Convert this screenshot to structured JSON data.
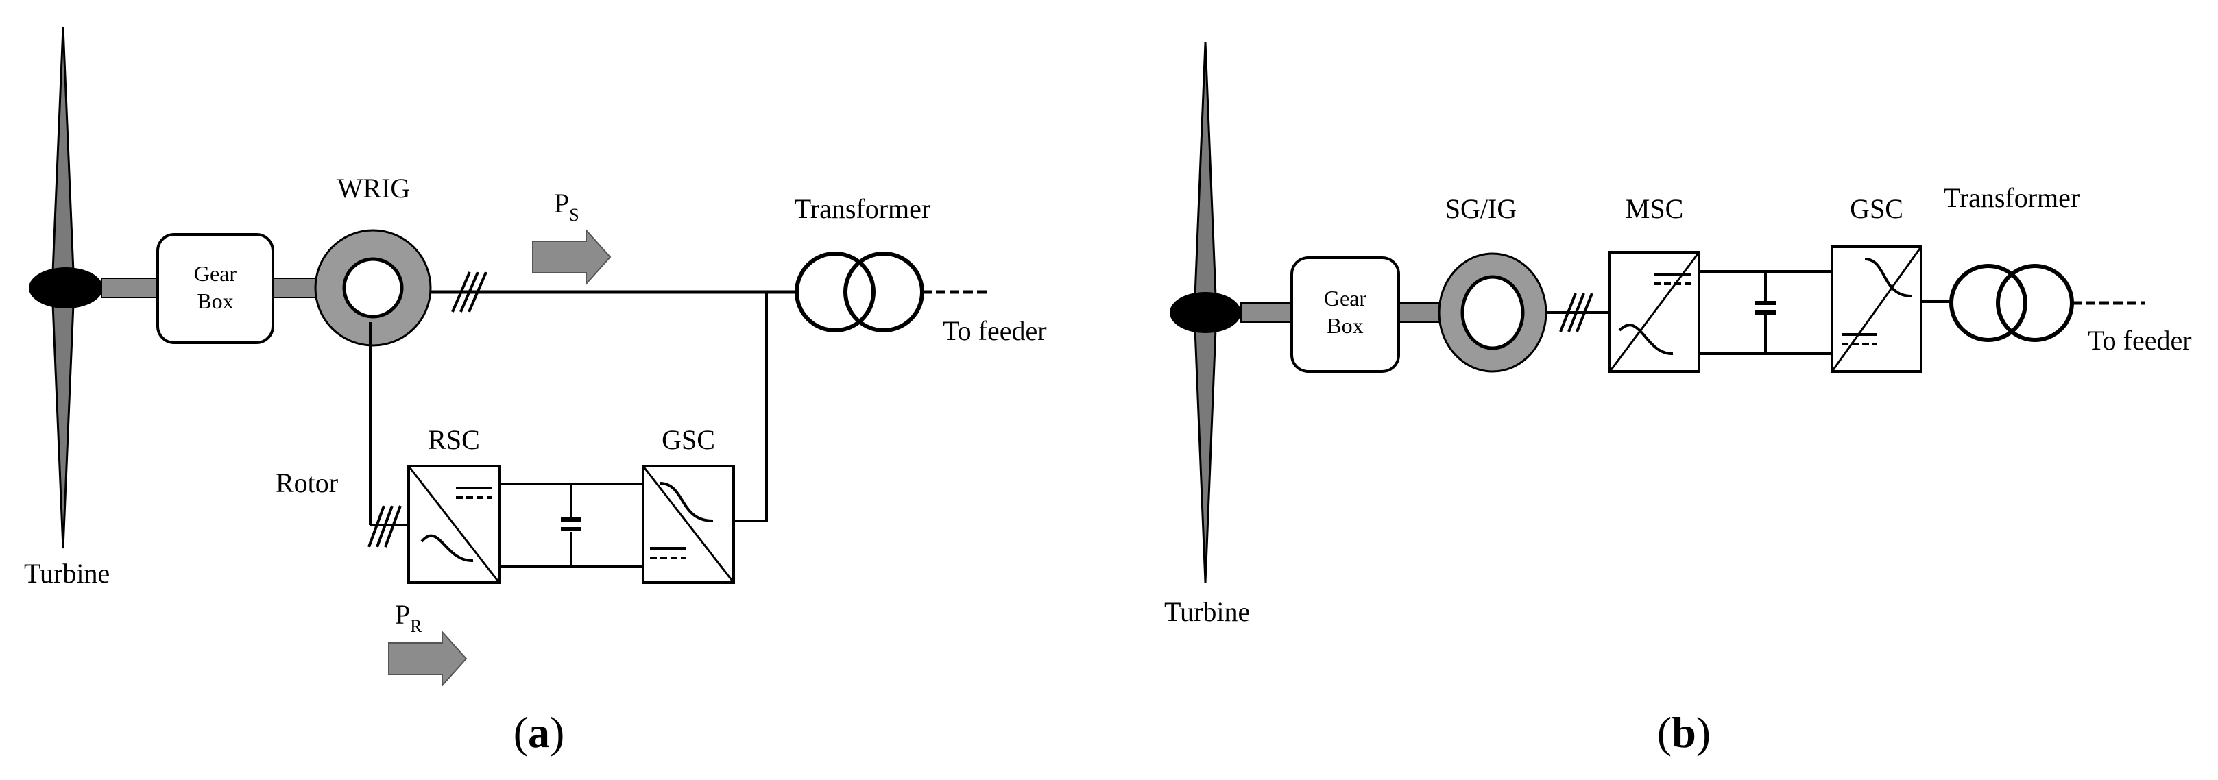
{
  "colors": {
    "line": "#000000",
    "blade": "#7a7a7a",
    "generator_ring": "#9a9a9a",
    "arrow_fill": "#8c8c8c",
    "hub": "#000000"
  },
  "panel_a": {
    "turbine_label": "Turbine",
    "gearbox_line1": "Gear",
    "gearbox_line2": "Box",
    "generator_label": "WRIG",
    "stator_power": "P",
    "stator_power_sub": "S",
    "transformer_label": "Transformer",
    "feeder_label": "To feeder",
    "rotor_label": "Rotor",
    "rsc_label": "RSC",
    "gsc_label": "GSC",
    "rotor_power": "P",
    "rotor_power_sub": "R",
    "caption_open": "(",
    "caption_letter": "a",
    "caption_close": ")"
  },
  "panel_b": {
    "turbine_label": "Turbine",
    "gearbox_line1": "Gear",
    "gearbox_line2": "Box",
    "generator_label": "SG/IG",
    "msc_label": "MSC",
    "gsc_label": "GSC",
    "transformer_label": "Transformer",
    "feeder_label": "To feeder",
    "caption_open": "(",
    "caption_letter": "b",
    "caption_close": ")"
  }
}
